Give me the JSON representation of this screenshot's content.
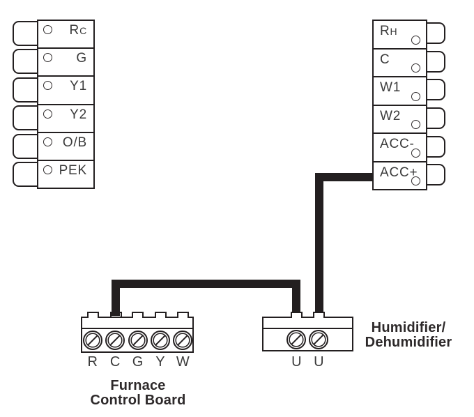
{
  "left_terminal_block": {
    "terminals": [
      {
        "main": "R",
        "sub": "C"
      },
      {
        "main": "G",
        "sub": ""
      },
      {
        "main": "Y1",
        "sub": ""
      },
      {
        "main": "Y2",
        "sub": ""
      },
      {
        "main": "O/B",
        "sub": ""
      },
      {
        "main": "PEK",
        "sub": ""
      }
    ]
  },
  "right_terminal_block": {
    "terminals": [
      {
        "main": "R",
        "sub": "H"
      },
      {
        "main": "C",
        "sub": ""
      },
      {
        "main": "W1",
        "sub": ""
      },
      {
        "main": "W2",
        "sub": ""
      },
      {
        "main": "ACC-",
        "sub": ""
      },
      {
        "main": "ACC+",
        "sub": ""
      }
    ]
  },
  "furnace_board": {
    "terminal_labels": [
      "R",
      "C",
      "G",
      "Y",
      "W"
    ],
    "caption_line1": "Furnace",
    "caption_line2": "Control Board"
  },
  "humidifier_block": {
    "terminal_labels": [
      "U",
      "U"
    ],
    "caption_line1": "Humidifier/",
    "caption_line2": "Dehumidifier"
  },
  "wires": [
    {
      "from": "Furnace Control Board terminal C",
      "to": "Humidifier/Dehumidifier left U terminal"
    },
    {
      "from": "Thermostat terminal ACC+",
      "to": "Humidifier/Dehumidifier right U terminal"
    }
  ],
  "colors": {
    "line": "#231f20",
    "text": "#3a3a3a",
    "background": "#ffffff"
  }
}
